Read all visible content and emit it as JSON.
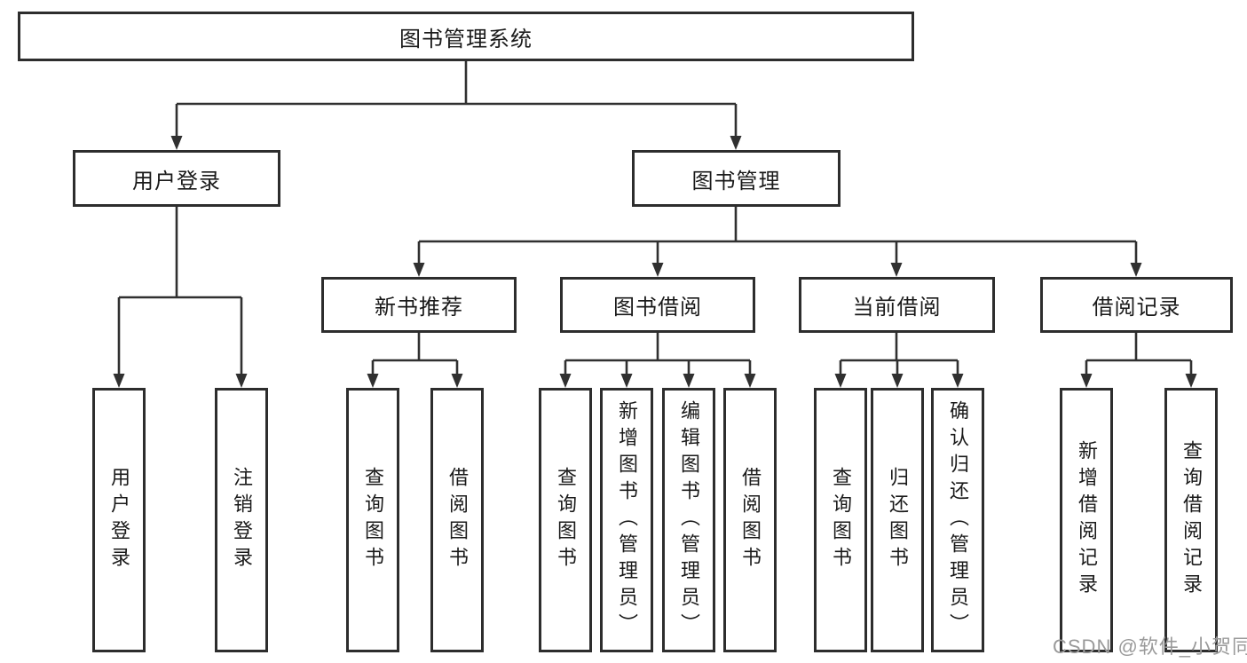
{
  "diagram": {
    "root": {
      "label": "图书管理系统"
    },
    "level2": [
      {
        "id": "user-login",
        "label": "用户登录"
      },
      {
        "id": "book-management",
        "label": "图书管理"
      }
    ],
    "level3": [
      {
        "id": "new-book-recommend",
        "label": "新书推荐"
      },
      {
        "id": "book-borrowing",
        "label": "图书借阅"
      },
      {
        "id": "current-borrowing",
        "label": "当前借阅"
      },
      {
        "id": "borrowing-records",
        "label": "借阅记录"
      }
    ],
    "leaves": [
      {
        "group": "用户登录",
        "label": "用户登录"
      },
      {
        "group": "用户登录",
        "label": "注销登录"
      },
      {
        "group": "新书推荐",
        "label": "查询图书"
      },
      {
        "group": "新书推荐",
        "label": "借阅图书"
      },
      {
        "group": "图书借阅",
        "label": "查询图书"
      },
      {
        "group": "图书借阅",
        "label": "新增图书（管理员）"
      },
      {
        "group": "图书借阅",
        "label": "编辑图书（管理员）"
      },
      {
        "group": "图书借阅",
        "label": "借阅图书"
      },
      {
        "group": "当前借阅",
        "label": "查询图书"
      },
      {
        "group": "当前借阅",
        "label": "归还图书"
      },
      {
        "group": "当前借阅",
        "label": "确认归还（管理员）"
      },
      {
        "group": "借阅记录",
        "label": "新增借阅记录"
      },
      {
        "group": "借阅记录",
        "label": "查询借阅记录"
      }
    ],
    "watermark": "CSDN @软件_小贺同学",
    "colors": {
      "border": "#2d2d2d",
      "text": "#1a1a1a",
      "line": "#303030",
      "watermark": "#9a9a9a",
      "background": "#ffffff"
    }
  }
}
